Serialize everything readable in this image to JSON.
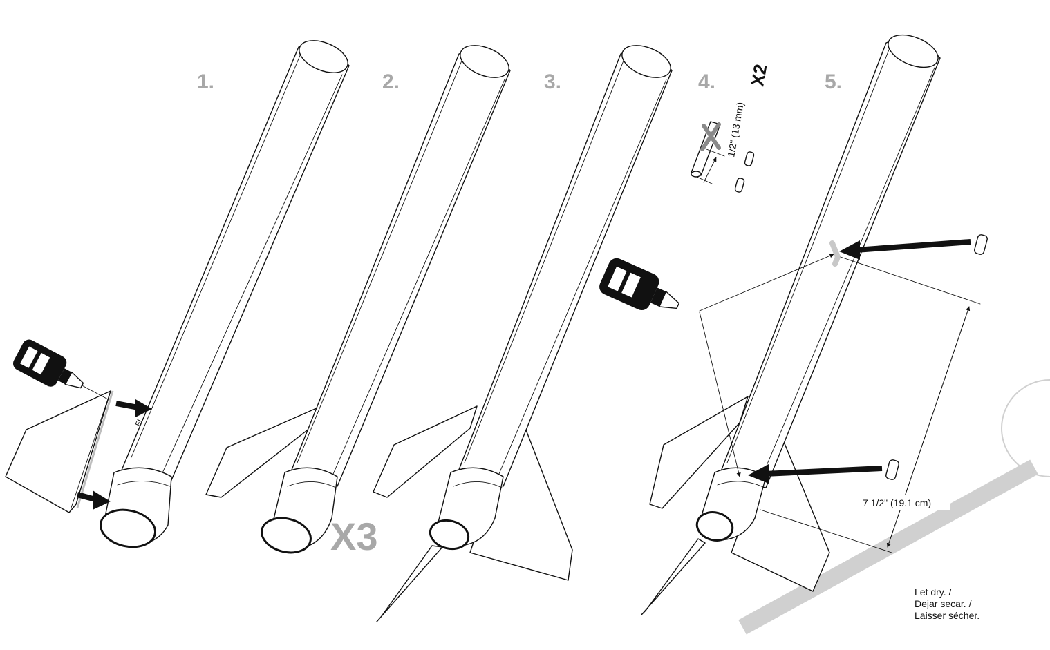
{
  "steps": [
    {
      "number": "1."
    },
    {
      "number": "2."
    },
    {
      "number": "3."
    },
    {
      "number": "4."
    },
    {
      "number": "5."
    }
  ],
  "step2_multiplier": "X3",
  "step4_multiplier": "X2",
  "step4_cut_length": "1/2\" (13 mm)",
  "fin_line_label": "FL",
  "lug_spacing": "7 1/2\" (19.1 cm)",
  "dry_note": [
    "Let dry. /",
    "Dejar secar. /",
    "Laisser sécher."
  ],
  "colors": {
    "step_number": "#a8a8a8",
    "ink": "#111111",
    "guide_bar": "#d0d0d0"
  }
}
